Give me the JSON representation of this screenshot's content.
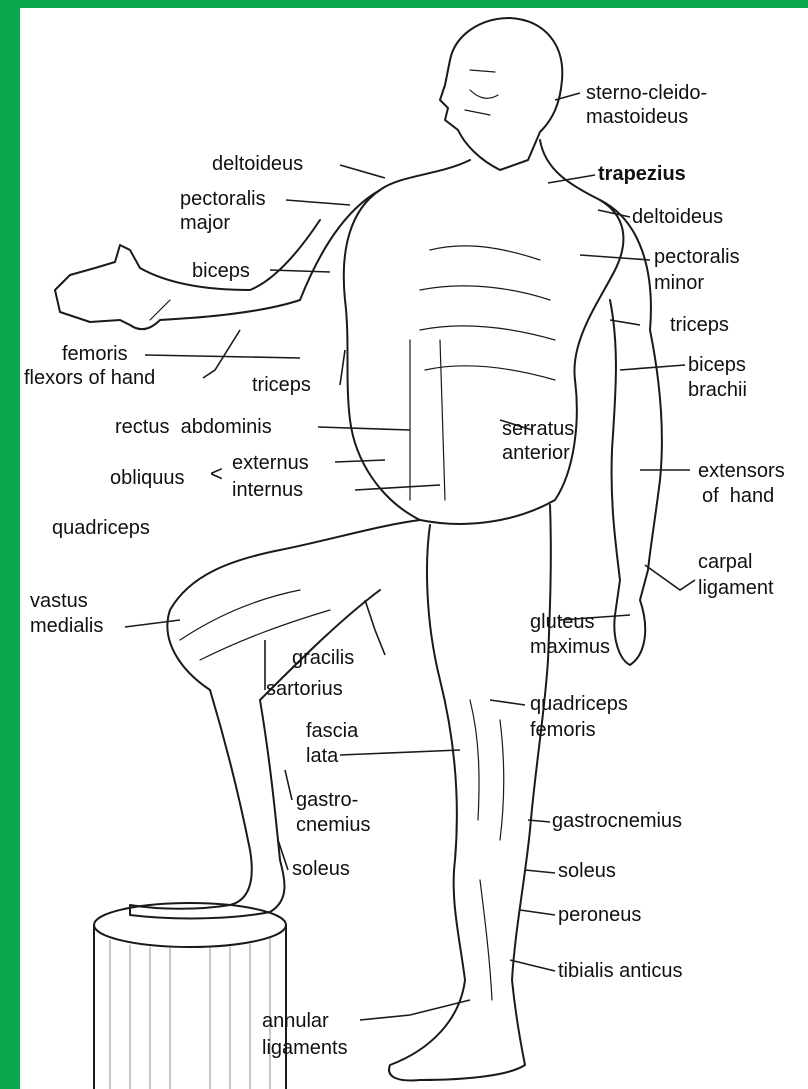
{
  "colors": {
    "border": "#0aa84f",
    "ink": "#111111",
    "paper": "#ffffff"
  },
  "figure": "muscular-figure-illustration",
  "labels": {
    "sternocleido": "sterno-cleido-",
    "mastoideus": "mastoideus",
    "deltoideus_left": "deltoideus",
    "trapezius": "trapezius",
    "deltoideus_right": "deltoideus",
    "pectoralis": "pectoralis",
    "major": "major",
    "pect_minor_1": "pectoralis",
    "pect_minor_2": "minor",
    "biceps": "biceps",
    "triceps_right": "triceps",
    "biceps_brachii_1": "biceps",
    "biceps_brachii_2": "brachii",
    "flexors": "flexors of hand",
    "triceps_left": "triceps",
    "rectus": "rectus  abdominis",
    "serratus": "serratus",
    "anterior": "anterior",
    "obliquus": "obliquus",
    "externus": "externus",
    "internus": "internus",
    "extensors_1": "extensors",
    "extensors_2": "of  hand",
    "quadriceps_1": "quadriceps",
    "femoris_1": "femoris",
    "carpal": "carpal",
    "ligament": "ligament",
    "vastus": "vastus",
    "medialis": "medialis",
    "gluteus": "gluteus",
    "maximus": "maximus",
    "gracilis": "gracilis",
    "sartorius": "sartorius",
    "quadriceps_2": "quadriceps",
    "femoris_2": "femoris",
    "fascia": "fascia",
    "lata": "lata",
    "gastro": "gastro-",
    "cnemius": "cnemius",
    "gastrocnemius": "gastrocnemius",
    "soleus_left": "soleus",
    "soleus_right": "soleus",
    "peroneus": "peroneus",
    "tibialis": "tibialis anticus",
    "annular": "annular",
    "ligaments": "ligaments"
  }
}
